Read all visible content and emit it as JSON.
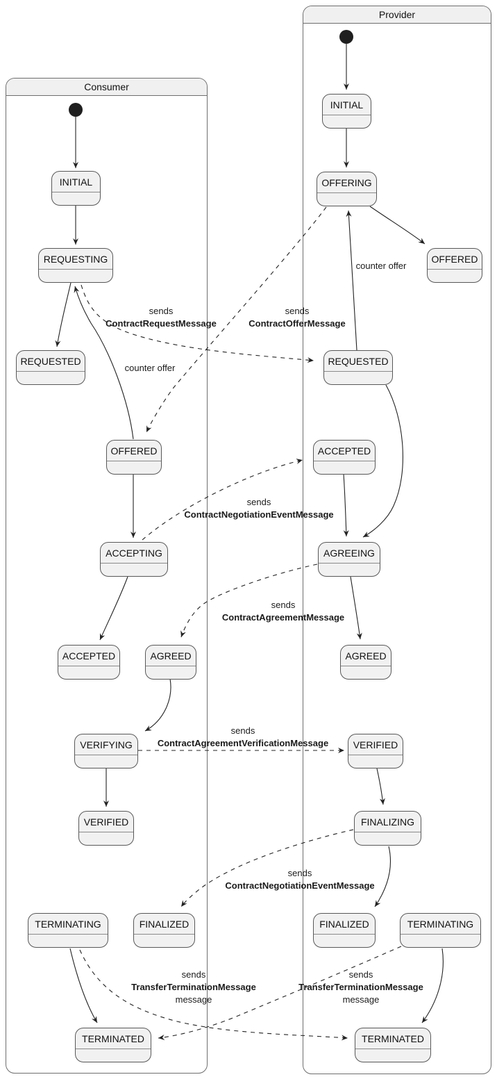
{
  "diagram": {
    "consumer": {
      "title": "Consumer",
      "states": [
        {
          "id": "initial",
          "label": "INITIAL"
        },
        {
          "id": "requesting",
          "label": "REQUESTING"
        },
        {
          "id": "requested",
          "label": "REQUESTED"
        },
        {
          "id": "offered",
          "label": "OFFERED"
        },
        {
          "id": "accepting",
          "label": "ACCEPTING"
        },
        {
          "id": "accepted",
          "label": "ACCEPTED"
        },
        {
          "id": "agreed",
          "label": "AGREED"
        },
        {
          "id": "verifying",
          "label": "VERIFYING"
        },
        {
          "id": "verified",
          "label": "VERIFIED"
        },
        {
          "id": "terminating",
          "label": "TERMINATING"
        },
        {
          "id": "finalized",
          "label": "FINALIZED"
        },
        {
          "id": "terminated",
          "label": "TERMINATED"
        }
      ]
    },
    "provider": {
      "title": "Provider",
      "states": [
        {
          "id": "initial",
          "label": "INITIAL"
        },
        {
          "id": "offering",
          "label": "OFFERING"
        },
        {
          "id": "offered",
          "label": "OFFERED"
        },
        {
          "id": "requested",
          "label": "REQUESTED"
        },
        {
          "id": "accepted",
          "label": "ACCEPTED"
        },
        {
          "id": "agreeing",
          "label": "AGREEING"
        },
        {
          "id": "agreed",
          "label": "AGREED"
        },
        {
          "id": "verified",
          "label": "VERIFIED"
        },
        {
          "id": "finalizing",
          "label": "FINALIZING"
        },
        {
          "id": "finalized",
          "label": "FINALIZED"
        },
        {
          "id": "terminating",
          "label": "TERMINATING"
        },
        {
          "id": "terminated",
          "label": "TERMINATED"
        }
      ]
    },
    "edge_labels": [
      {
        "pre": "sends",
        "message": "ContractRequestMessage"
      },
      {
        "pre": "sends",
        "message": "ContractOfferMessage"
      },
      {
        "pre": "counter offer"
      },
      {
        "pre": "counter offer"
      },
      {
        "pre": "sends",
        "message": "ContractNegotiationEventMessage"
      },
      {
        "pre": "sends",
        "message": "ContractAgreementMessage"
      },
      {
        "pre": "sends",
        "message": "ContractAgreementVerificationMessage"
      },
      {
        "pre": "sends",
        "message": "ContractNegotiationEventMessage"
      },
      {
        "pre": "sends",
        "message": "TransferTerminationMessage",
        "post": "message"
      },
      {
        "pre": "sends",
        "message": "TransferTerminationMessage",
        "post": "message"
      }
    ],
    "colors": {
      "state_fill": "#f1f1f1",
      "state_border": "#585858",
      "frame_border": "#6e6e6e",
      "frame_header_fill": "#f0f0f0",
      "edge_stroke": "#222222",
      "start_dot": "#1f1f1f",
      "text": "#111111"
    }
  }
}
